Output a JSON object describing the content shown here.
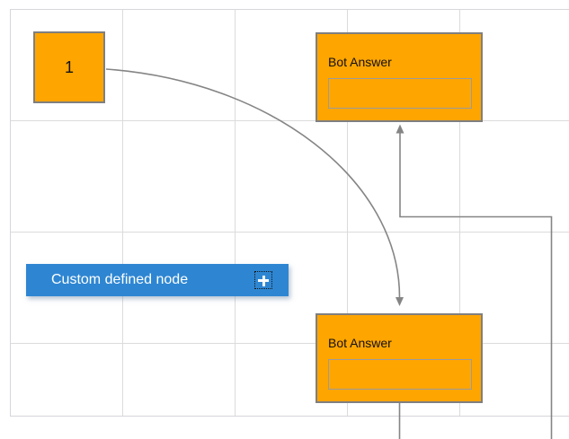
{
  "diagram": {
    "nodes": {
      "start": {
        "label": "1"
      },
      "bot_answer_top": {
        "title": "Bot Answer",
        "input_value": ""
      },
      "bot_answer_bottom": {
        "title": "Bot Answer",
        "input_value": ""
      },
      "custom_defined": {
        "label": "Custom defined node",
        "icon": "plus-icon"
      }
    },
    "colors": {
      "node_fill": "#FFA500",
      "node_border": "#7F7F7F",
      "input_border": "#9B9B9B",
      "custom_fill": "#2E86D2",
      "connector": "#858585",
      "grid_line": "#DBDBDB",
      "canvas_border": "#D6D6DC"
    }
  }
}
